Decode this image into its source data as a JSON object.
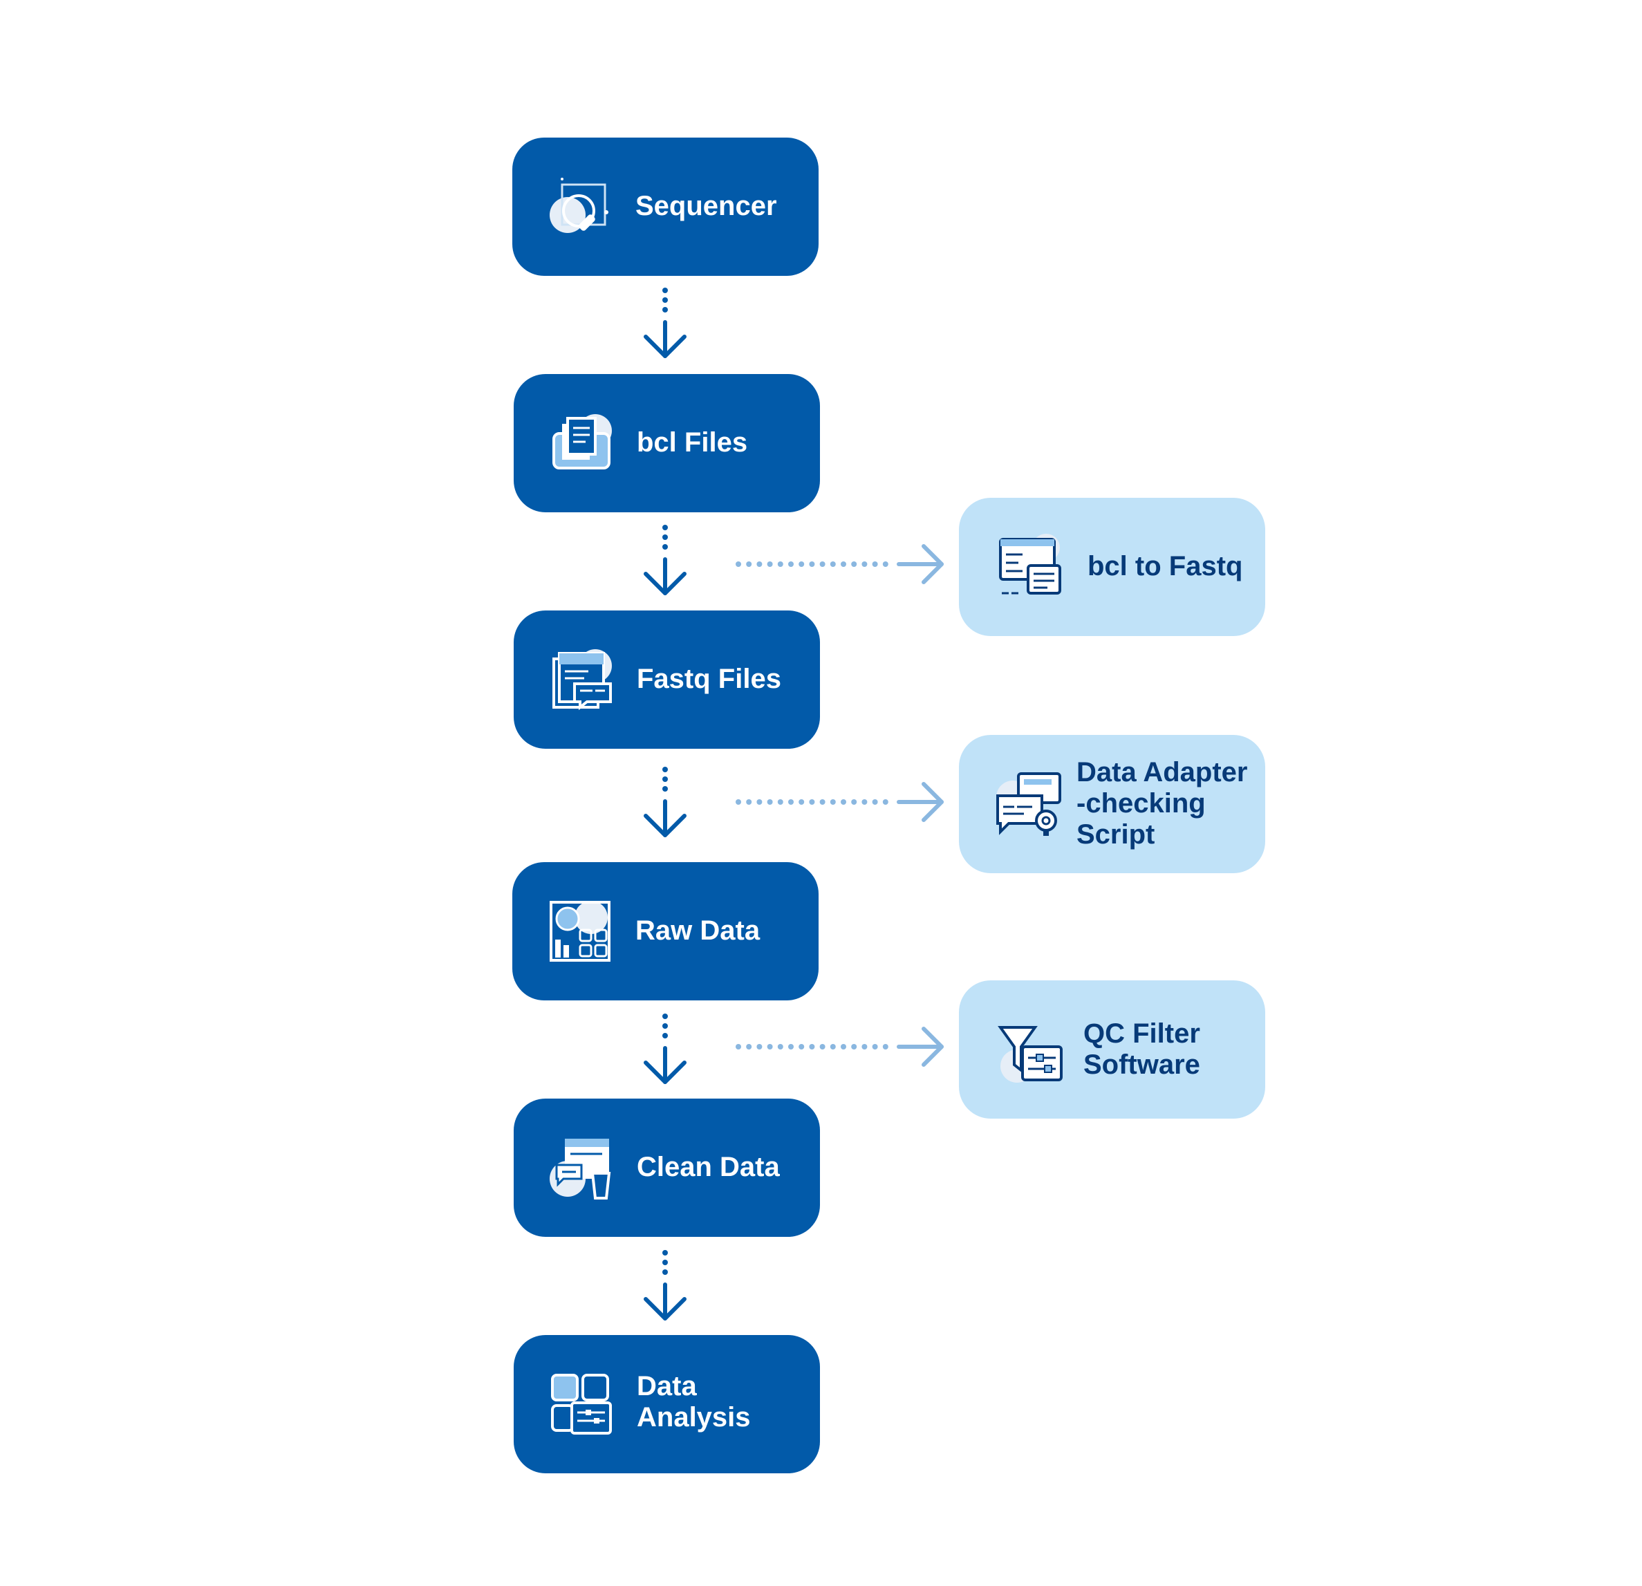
{
  "colors": {
    "primary_fill": "#025aa9",
    "secondary_fill": "#c0e2f8",
    "primary_text": "#ffffff",
    "secondary_text": "#073a78",
    "main_arrow": "#025aa9",
    "side_arrow": "#8ab7e0",
    "background": "#ffffff"
  },
  "pipeline": {
    "sequencer": {
      "label": "Sequencer",
      "icon": "sequencer-icon"
    },
    "bcl_files": {
      "label": "bcl Files",
      "icon": "file-stack-icon"
    },
    "fastq_files": {
      "label": "Fastq Files",
      "icon": "document-list-icon"
    },
    "raw_data": {
      "label": "Raw Data",
      "icon": "chart-grid-icon"
    },
    "clean_data": {
      "label": "Clean Data",
      "icon": "clean-data-icon"
    },
    "data_analysis": {
      "label": "Data\nAnalysis",
      "icon": "dashboard-icon"
    }
  },
  "tools": {
    "bcl_to_fastq": {
      "label": "bcl to Fastq",
      "icon": "converter-icon"
    },
    "adapter_script": {
      "label": "Data Adapter\n-checking\nScript",
      "icon": "script-gear-icon"
    },
    "qc_filter": {
      "label": "QC Filter\nSoftware",
      "icon": "filter-icon"
    }
  }
}
